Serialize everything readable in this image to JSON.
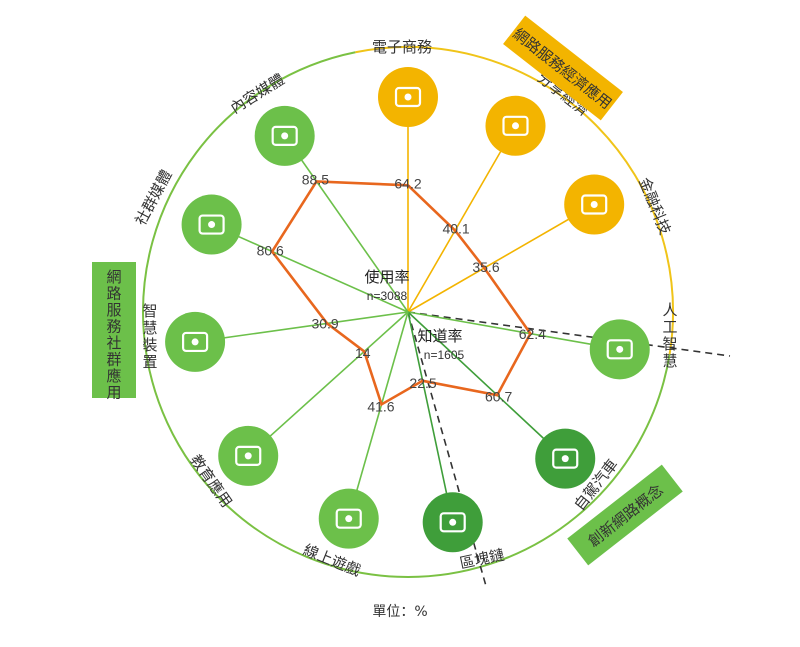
{
  "chart_data": {
    "type": "radar",
    "unit_label": "單位：%",
    "center_labels": {
      "usage": {
        "title": "使用率",
        "n": "n=3088"
      },
      "awareness": {
        "title": "知道率",
        "n": "n=1605"
      }
    },
    "categories": [
      {
        "name": "電子商務",
        "usage": "64.2",
        "awareness": null,
        "group": "services"
      },
      {
        "name": "分享經濟",
        "usage": null,
        "awareness": "40.1",
        "group": "services"
      },
      {
        "name": "金融科技",
        "usage": null,
        "awareness": "35.6",
        "group": "services"
      },
      {
        "name": "人工智慧",
        "usage": null,
        "awareness": "62.4",
        "group": "innovation"
      },
      {
        "name": "自駕汽車",
        "usage": null,
        "awareness": "60.7",
        "group": "innovation"
      },
      {
        "name": "區塊鏈",
        "usage": null,
        "awareness": "22.5",
        "group": "innovation"
      },
      {
        "name": "線上遊戲",
        "usage": "41.6",
        "awareness": null,
        "group": "social"
      },
      {
        "name": "教育應用",
        "usage": "14",
        "awareness": null,
        "group": "social"
      },
      {
        "name": "智慧裝置",
        "usage": "30.9",
        "awareness": null,
        "group": "social"
      },
      {
        "name": "社群媒體",
        "usage": "80.6",
        "awareness": null,
        "group": "social"
      },
      {
        "name": "內容媒體",
        "usage": "88.5",
        "awareness": null,
        "group": "social"
      }
    ],
    "group_labels": {
      "services": "網路服務經濟應用",
      "social": "網路服務社群應用",
      "innovation": "創新網路概念"
    },
    "colors": {
      "usage_line": "#e8671e",
      "awareness_line": "#e8671e",
      "yellow": "#f3b400",
      "green": "#6cc04a",
      "dark_green": "#3f9e3a",
      "ring_yellow": "#f0c419",
      "ring_green": "#7ac143",
      "dashed": "#333333"
    }
  }
}
